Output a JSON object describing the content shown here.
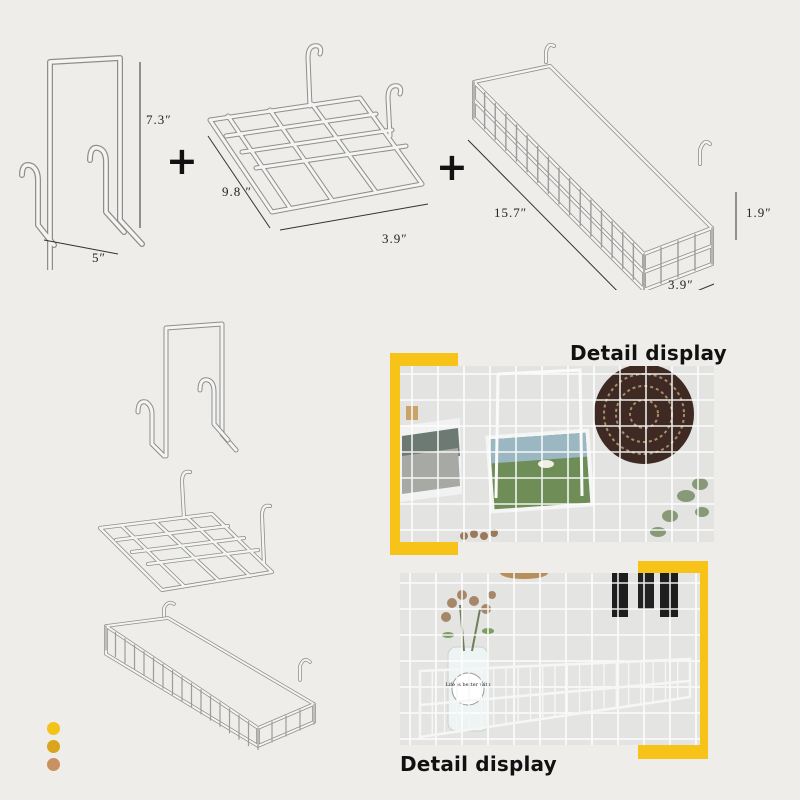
{
  "top_row": {
    "hook": {
      "height": "7.3″",
      "width": "5″"
    },
    "shelf": {
      "length": "9.8 ″",
      "depth": "3.9″"
    },
    "basket": {
      "length": "15.7″",
      "height": "1.9″",
      "depth": "3.9″"
    },
    "plus_symbol": "+"
  },
  "detail": {
    "caption_top": "Detail display",
    "caption_bottom": "Detail display",
    "badge_text": "Life is better with"
  },
  "colors": {
    "background": "#eeedea",
    "accent_yellow": "#f7c318",
    "wire": "#f4f4f2",
    "wire_shadow": "#8e8e8e",
    "dots": [
      "#f3c31b",
      "#d8a51d",
      "#c79161"
    ]
  }
}
